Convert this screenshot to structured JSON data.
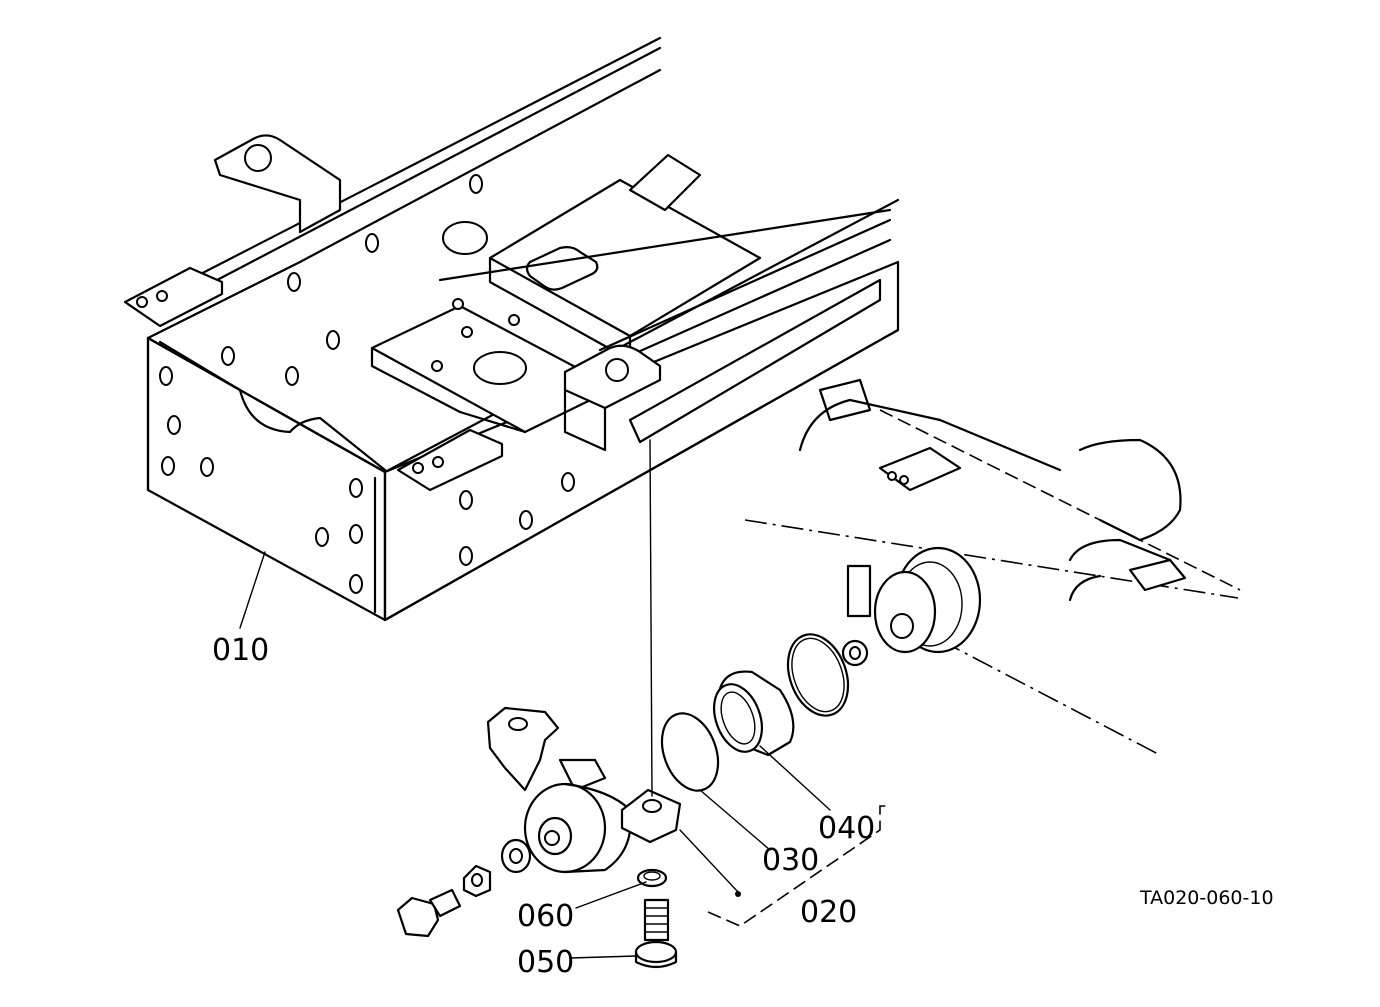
{
  "diagram": {
    "reference_code": "TA020-060-10",
    "callouts": {
      "frame": "010",
      "assembly": "020",
      "thrust_collar": "030",
      "bushing": "040",
      "bolt": "050",
      "washer": "060"
    }
  },
  "colors": {
    "line": "#000000",
    "background": "#ffffff"
  }
}
